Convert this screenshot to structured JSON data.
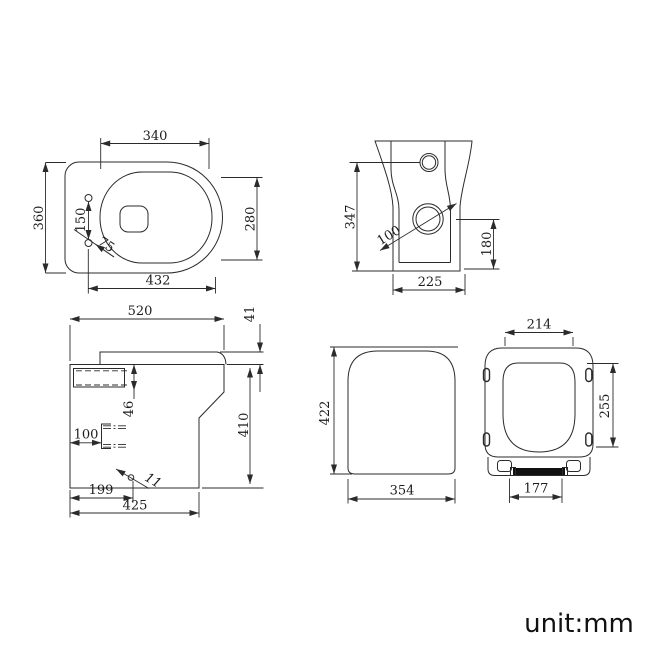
{
  "footer": {
    "unit_label": "unit:mm"
  },
  "dimensions": {
    "top_view": {
      "inner_length": "340",
      "overall_depth": "360",
      "fixing_hole_spacing": "150",
      "fixing_hole_offset": "75",
      "inner_width": "280",
      "overall_length": "432"
    },
    "rear_view": {
      "inlet_height": "347",
      "outlet_diameter": "100",
      "outlet_height": "180",
      "base_width": "225"
    },
    "side_view": {
      "overall_length": "520",
      "seat_thickness": "41",
      "rim_to_fixing": "46",
      "fixing_inset": "100",
      "bowl_height": "410",
      "trap_note": "11",
      "outlet_setout": "199",
      "base_length": "425"
    },
    "front_view": {
      "overall_height": "422",
      "overall_width": "354"
    },
    "seat_view": {
      "lid_top_width": "214",
      "lid_depth": "255",
      "hinge_width": "177"
    }
  }
}
